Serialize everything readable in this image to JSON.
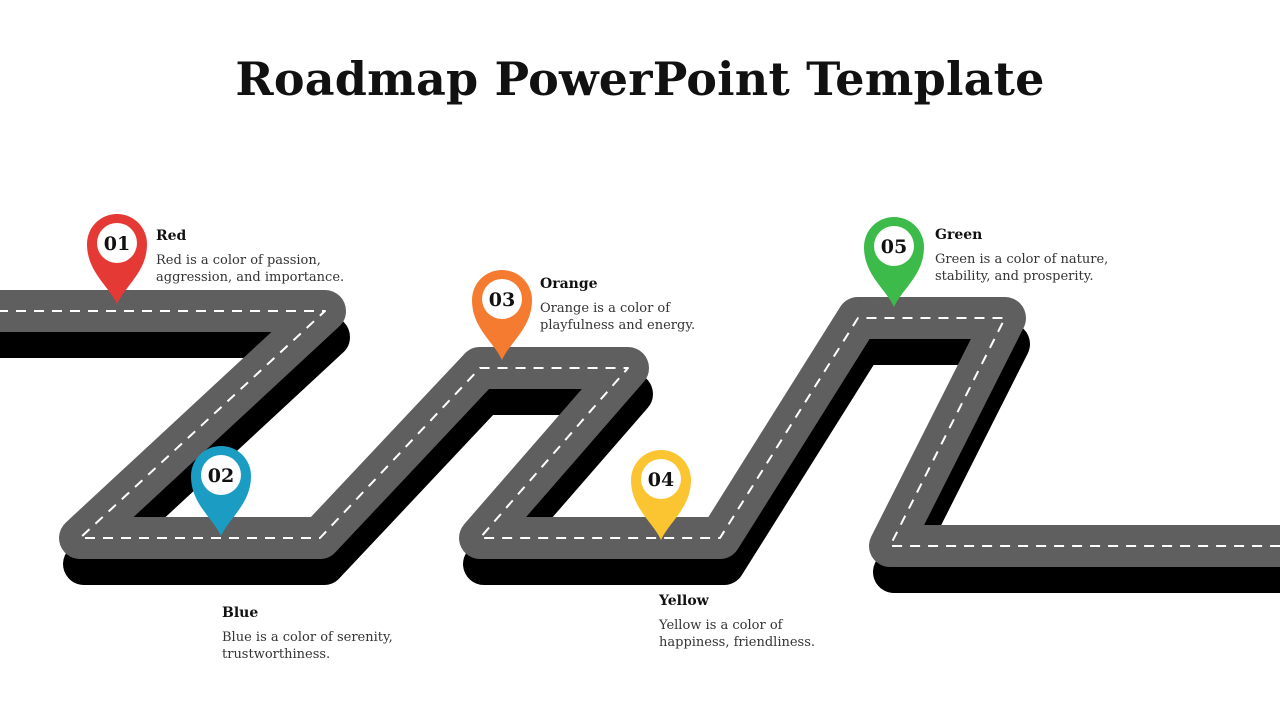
{
  "title": "Roadmap PowerPoint Template",
  "milestones": [
    {
      "number": "01",
      "label": "Red",
      "desc_line1": "Red is a color of passion,",
      "desc_line2": "aggression, and importance.",
      "color": "#e53935"
    },
    {
      "number": "02",
      "label": "Blue",
      "desc_line1": "Blue is a color of serenity,",
      "desc_line2": "trustworthiness.",
      "color": "#1b9cc3"
    },
    {
      "number": "03",
      "label": "Orange",
      "desc_line1": "Orange is a color of",
      "desc_line2": "playfulness and energy.",
      "color": "#f47b30"
    },
    {
      "number": "04",
      "label": "Yellow",
      "desc_line1": "Yellow is a color of",
      "desc_line2": "happiness, friendliness.",
      "color": "#fbc531"
    },
    {
      "number": "05",
      "label": "Green",
      "desc_line1": "Green is a color of nature,",
      "desc_line2": "stability, and prosperity.",
      "color": "#3dbb4a"
    }
  ],
  "icons": [
    "map-pin-icon"
  ],
  "colors": {
    "road": "#5f5f5f",
    "road_shadow": "#000000",
    "lane": "#ffffff"
  }
}
